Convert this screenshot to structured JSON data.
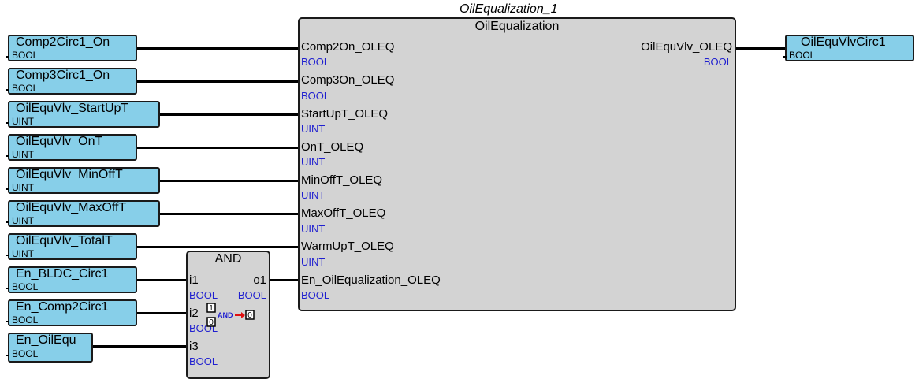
{
  "main_block": {
    "instance_name": "OilEqualization_1",
    "type_name": "OilEqualization",
    "inputs": [
      {
        "name": "Comp2On_OLEQ",
        "type": "BOOL"
      },
      {
        "name": "Comp3On_OLEQ",
        "type": "BOOL"
      },
      {
        "name": "StartUpT_OLEQ",
        "type": "UINT"
      },
      {
        "name": "OnT_OLEQ",
        "type": "UINT"
      },
      {
        "name": "MinOffT_OLEQ",
        "type": "UINT"
      },
      {
        "name": "MaxOffT_OLEQ",
        "type": "UINT"
      },
      {
        "name": "WarmUpT_OLEQ",
        "type": "UINT"
      },
      {
        "name": "En_OilEqualization_OLEQ",
        "type": "BOOL"
      }
    ],
    "outputs": [
      {
        "name": "OilEquVlv_OLEQ",
        "type": "BOOL"
      }
    ]
  },
  "and_block": {
    "title": "AND",
    "inputs": [
      {
        "name": "i1",
        "type": "BOOL"
      },
      {
        "name": "i2",
        "type": "BOOL"
      },
      {
        "name": "i3",
        "type": "BOOL"
      }
    ],
    "outputs": [
      {
        "name": "o1",
        "type": "BOOL"
      }
    ],
    "icon_symbols": {
      "in_top": "1",
      "in_bottom": "0",
      "op": "AND",
      "out": "0"
    }
  },
  "input_variables": [
    {
      "name": "Comp2Circ1_On",
      "type": "BOOL"
    },
    {
      "name": "Comp3Circ1_On",
      "type": "BOOL"
    },
    {
      "name": "OilEquVlv_StartUpT",
      "type": "UINT"
    },
    {
      "name": "OilEquVlv_OnT",
      "type": "UINT"
    },
    {
      "name": "OilEquVlv_MinOffT",
      "type": "UINT"
    },
    {
      "name": "OilEquVlv_MaxOffT",
      "type": "UINT"
    },
    {
      "name": "OilEquVlv_TotalT",
      "type": "UINT"
    },
    {
      "name": "En_BLDC_Circ1",
      "type": "BOOL"
    },
    {
      "name": "En_Comp2Circ1",
      "type": "BOOL"
    },
    {
      "name": "En_OilEqu",
      "type": "BOOL"
    }
  ],
  "output_variables": [
    {
      "name": "OilEquVlvCirc1",
      "type": "BOOL"
    }
  ],
  "colors": {
    "variable_fill": "#87cfe9",
    "block_fill": "#d3d3d3",
    "type_text": "#1f1fd0",
    "wire": "#000000"
  }
}
